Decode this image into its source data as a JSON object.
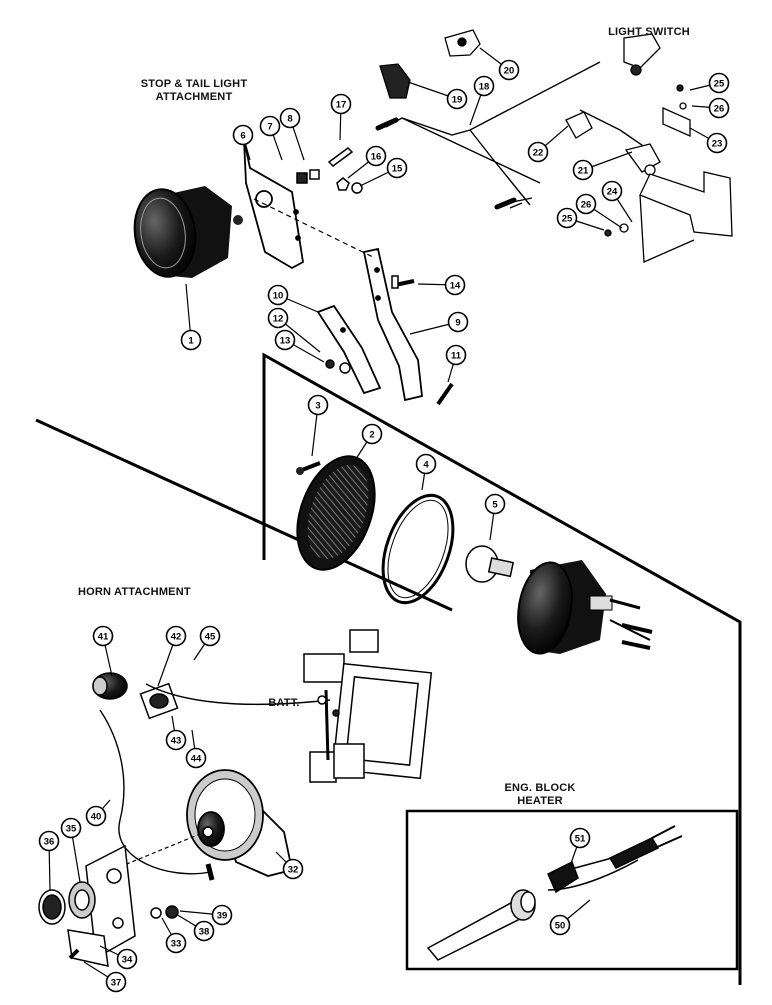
{
  "titles": {
    "stop_tail_line1": "STOP & TAIL LIGHT",
    "stop_tail_line2": "ATTACHMENT",
    "light_switch": "LIGHT SWITCH",
    "horn_attachment": "HORN ATTACHMENT",
    "eng_block_line1": "ENG. BLOCK",
    "eng_block_line2": "HEATER",
    "batt": "BATT."
  },
  "callouts": [
    {
      "id": "c1",
      "n": "1"
    },
    {
      "id": "c2",
      "n": "2"
    },
    {
      "id": "c3",
      "n": "3"
    },
    {
      "id": "c4",
      "n": "4"
    },
    {
      "id": "c5",
      "n": "5"
    },
    {
      "id": "c6",
      "n": "6"
    },
    {
      "id": "c7",
      "n": "7"
    },
    {
      "id": "c8",
      "n": "8"
    },
    {
      "id": "c9",
      "n": "9"
    },
    {
      "id": "c10",
      "n": "10"
    },
    {
      "id": "c11",
      "n": "11"
    },
    {
      "id": "c12",
      "n": "12"
    },
    {
      "id": "c13",
      "n": "13"
    },
    {
      "id": "c14",
      "n": "14"
    },
    {
      "id": "c15",
      "n": "15"
    },
    {
      "id": "c16",
      "n": "16"
    },
    {
      "id": "c17",
      "n": "17"
    },
    {
      "id": "c18",
      "n": "18"
    },
    {
      "id": "c19",
      "n": "19"
    },
    {
      "id": "c20",
      "n": "20"
    },
    {
      "id": "c21",
      "n": "21"
    },
    {
      "id": "c22",
      "n": "22"
    },
    {
      "id": "c23",
      "n": "23"
    },
    {
      "id": "c24",
      "n": "24"
    },
    {
      "id": "c25a",
      "n": "25"
    },
    {
      "id": "c26a",
      "n": "26"
    },
    {
      "id": "c25b",
      "n": "25"
    },
    {
      "id": "c26b",
      "n": "26"
    },
    {
      "id": "c32",
      "n": "32"
    },
    {
      "id": "c33",
      "n": "33"
    },
    {
      "id": "c34",
      "n": "34"
    },
    {
      "id": "c35",
      "n": "35"
    },
    {
      "id": "c36",
      "n": "36"
    },
    {
      "id": "c37",
      "n": "37"
    },
    {
      "id": "c38",
      "n": "38"
    },
    {
      "id": "c39",
      "n": "39"
    },
    {
      "id": "c40",
      "n": "40"
    },
    {
      "id": "c41",
      "n": "41"
    },
    {
      "id": "c42",
      "n": "42"
    },
    {
      "id": "c43",
      "n": "43"
    },
    {
      "id": "c44",
      "n": "44"
    },
    {
      "id": "c45",
      "n": "45"
    },
    {
      "id": "c50",
      "n": "50"
    },
    {
      "id": "c51",
      "n": "51"
    }
  ]
}
